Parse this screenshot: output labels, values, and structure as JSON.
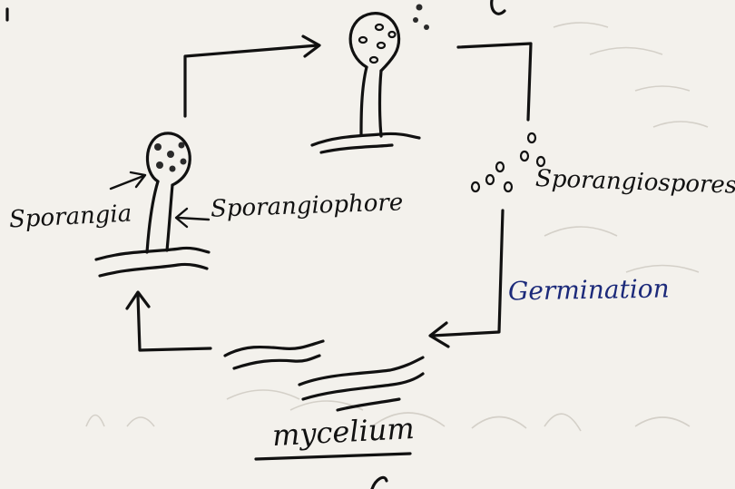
{
  "labels": {
    "sporangia": "Sporangia",
    "sporangiophore": "Sporangiophore",
    "sporangiospores": "Sporangiospores.",
    "germination": "Germination",
    "mycelium": "mycelium"
  },
  "colors": {
    "ink": "#111111",
    "blue_ink": "#1c2a7a",
    "paper": "#f3f1ec"
  }
}
